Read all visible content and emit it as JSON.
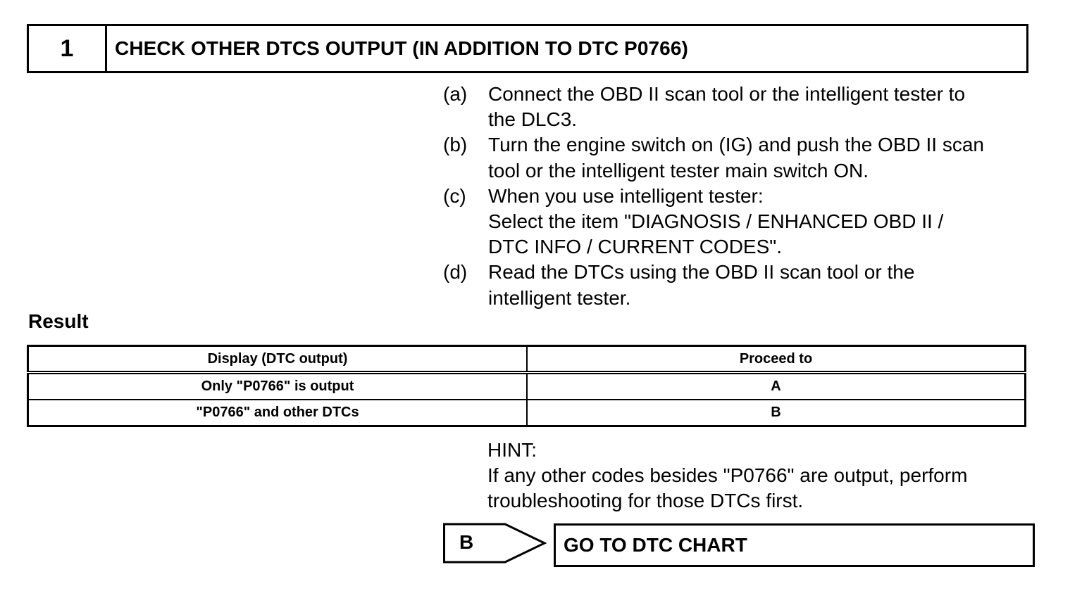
{
  "step": {
    "number": "1",
    "title": "CHECK OTHER DTCS OUTPUT (IN ADDITION TO DTC P0766)"
  },
  "instructions": [
    {
      "letter": "(a)",
      "text": "Connect the OBD II scan tool or the intelligent tester to\nthe DLC3."
    },
    {
      "letter": "(b)",
      "text": "Turn the engine switch on (IG) and push the OBD II scan\ntool or the intelligent tester main switch ON."
    },
    {
      "letter": "(c)",
      "text": "When you use intelligent tester:\nSelect the item \"DIAGNOSIS / ENHANCED OBD II /\nDTC INFO / CURRENT CODES\"."
    },
    {
      "letter": "(d)",
      "text": "Read the DTCs using the OBD II scan tool or the\nintelligent tester."
    }
  ],
  "result": {
    "heading": "Result",
    "headers": [
      "Display (DTC output)",
      "Proceed to"
    ],
    "rows": [
      [
        "Only \"P0766\" is output",
        "A"
      ],
      [
        "\"P0766\" and other DTCs",
        "B"
      ]
    ]
  },
  "hint": {
    "label": "HINT:",
    "text": "If any other codes besides \"P0766\" are output, perform\ntroubleshooting for those DTCs first."
  },
  "branch": {
    "label": "B",
    "target": "GO TO DTC CHART"
  }
}
